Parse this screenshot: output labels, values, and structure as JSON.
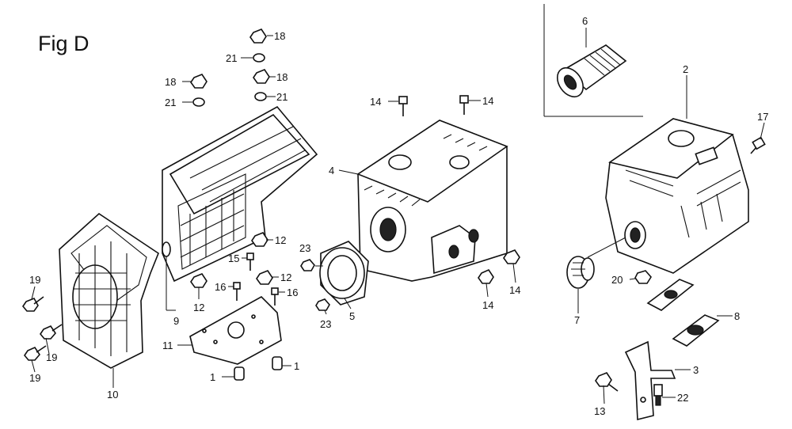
{
  "figure": {
    "title": "Fig D"
  },
  "callouts": [
    {
      "id": "c1",
      "text": "18"
    },
    {
      "id": "c2",
      "text": "21"
    },
    {
      "id": "c3",
      "text": "18"
    },
    {
      "id": "c4",
      "text": "18"
    },
    {
      "id": "c5",
      "text": "21"
    },
    {
      "id": "c6",
      "text": "21"
    },
    {
      "id": "c7",
      "text": "14"
    },
    {
      "id": "c8",
      "text": "14"
    },
    {
      "id": "c9",
      "text": "6"
    },
    {
      "id": "c10",
      "text": "2"
    },
    {
      "id": "c11",
      "text": "17"
    },
    {
      "id": "c12",
      "text": "4"
    },
    {
      "id": "c13",
      "text": "12"
    },
    {
      "id": "c14",
      "text": "23"
    },
    {
      "id": "c15",
      "text": "15"
    },
    {
      "id": "c16",
      "text": "12"
    },
    {
      "id": "c17",
      "text": "16"
    },
    {
      "id": "c18",
      "text": "16"
    },
    {
      "id": "c19",
      "text": "12"
    },
    {
      "id": "c20",
      "text": "9"
    },
    {
      "id": "c21",
      "text": "19"
    },
    {
      "id": "c22",
      "text": "19"
    },
    {
      "id": "c23",
      "text": "19"
    },
    {
      "id": "c24",
      "text": "10"
    },
    {
      "id": "c25",
      "text": "11"
    },
    {
      "id": "c26",
      "text": "1"
    },
    {
      "id": "c27",
      "text": "1"
    },
    {
      "id": "c28",
      "text": "23"
    },
    {
      "id": "c29",
      "text": "5"
    },
    {
      "id": "c30",
      "text": "14"
    },
    {
      "id": "c31",
      "text": "14"
    },
    {
      "id": "c32",
      "text": "20"
    },
    {
      "id": "c33",
      "text": "7"
    },
    {
      "id": "c34",
      "text": "8"
    },
    {
      "id": "c35",
      "text": "3"
    },
    {
      "id": "c36",
      "text": "22"
    },
    {
      "id": "c37",
      "text": "13"
    }
  ]
}
